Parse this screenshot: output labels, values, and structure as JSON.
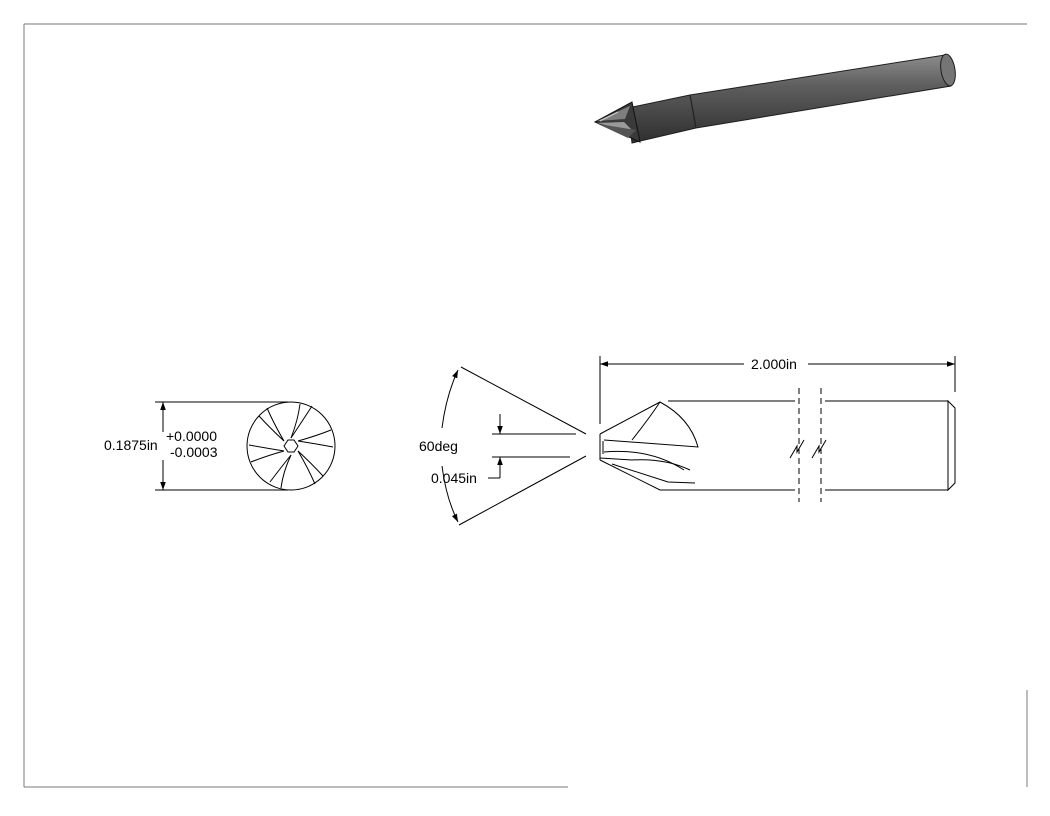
{
  "drawing": {
    "dimensions": {
      "diameter": "0.1875in",
      "tol_plus": "+0.0000",
      "tol_minus": "-0.0003",
      "angle": "60deg",
      "tip_flat": "0.045in",
      "length": "2.000in"
    },
    "colors": {
      "line": "#000000",
      "frame": "#7a7a7a",
      "shank_dark": "#3a3a3a",
      "shank_mid": "#6b6b6b",
      "shank_light": "#8c8c8c"
    }
  }
}
